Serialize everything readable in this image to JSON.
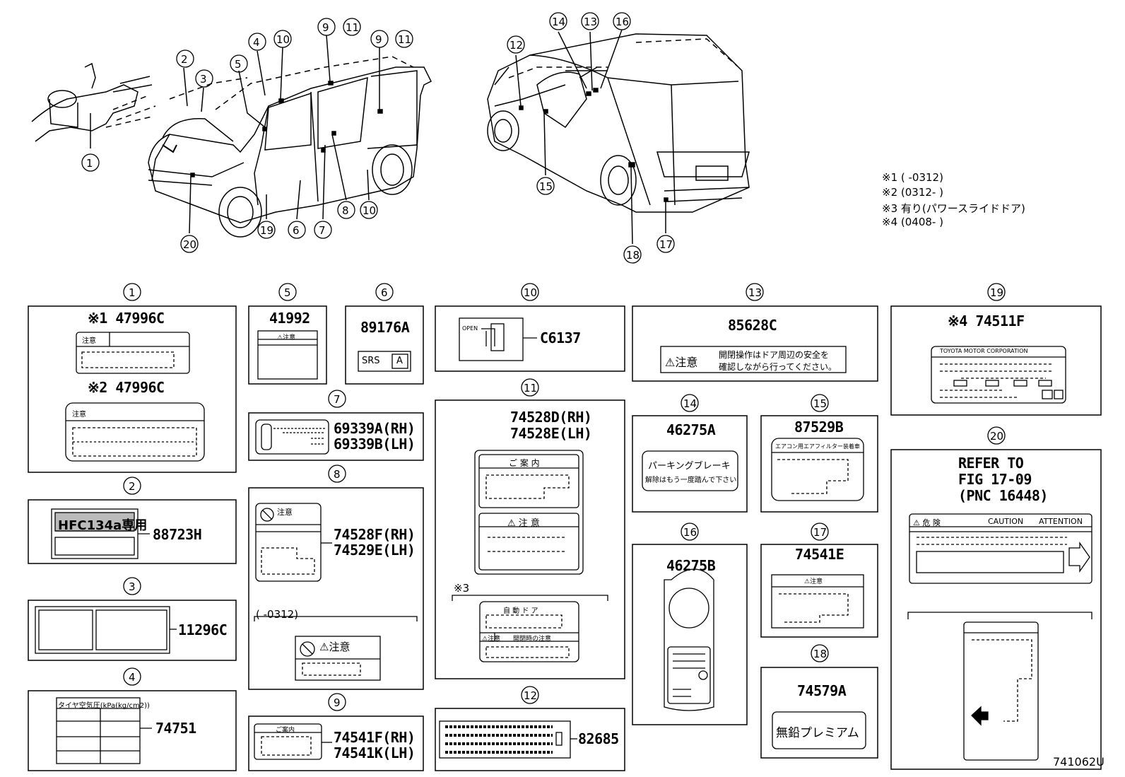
{
  "notes": [
    "※1 (       -0312)",
    "※2 (0312-       )",
    "※3 有り(パワースライドドア)",
    "※4 (0408-       )"
  ],
  "diagram_id": "741062U",
  "panels": {
    "p1": {
      "num": "1",
      "parts": [
        "※1 47996C",
        "※2 47996C"
      ],
      "texts": [
        "注意",
        "注意"
      ]
    },
    "p2": {
      "num": "2",
      "parts": [
        "88723H"
      ],
      "texts": [
        "HFC134a専用"
      ]
    },
    "p3": {
      "num": "3",
      "parts": [
        "11296C"
      ]
    },
    "p4": {
      "num": "4",
      "parts": [
        "74751"
      ],
      "texts": [
        "タイヤ空気圧(kPa(kg/cm2))"
      ]
    },
    "p5": {
      "num": "5",
      "parts": [
        "41992"
      ],
      "texts": [
        "⚠注意"
      ]
    },
    "p6": {
      "num": "6",
      "parts": [
        "89176A"
      ],
      "texts": [
        "SRS",
        "A"
      ]
    },
    "p7": {
      "num": "7",
      "parts": [
        "69339A(RH)",
        "69339B(LH)"
      ]
    },
    "p8": {
      "num": "8",
      "parts": [
        "74528F(RH)",
        "74529E(LH)"
      ],
      "texts": [
        "注意",
        "(       -0312)",
        "⚠注意"
      ]
    },
    "p9": {
      "num": "9",
      "parts": [
        "74541F(RH)",
        "74541K(LH)"
      ],
      "texts": [
        "ご案内"
      ]
    },
    "p10": {
      "num": "10",
      "parts": [
        "C6137"
      ],
      "texts": [
        "OPEN"
      ]
    },
    "p11": {
      "num": "11",
      "parts": [
        "74528D(RH)",
        "74528E(LH)"
      ],
      "texts": [
        "ご 案 内",
        "⚠ 注 意",
        "※3",
        "自 動 ド ア",
        "⚠注意",
        "開閉時の注意"
      ]
    },
    "p12": {
      "num": "12",
      "parts": [
        "82685"
      ]
    },
    "p13": {
      "num": "13",
      "parts": [
        "85628C"
      ],
      "texts": [
        "⚠注意",
        "開閉操作はドア周辺の安全を",
        "確認しながら行ってください。"
      ]
    },
    "p14": {
      "num": "14",
      "parts": [
        "46275A"
      ],
      "texts": [
        "パーキングブレーキ",
        "解除はもう一度踏んで下さい"
      ]
    },
    "p15": {
      "num": "15",
      "parts": [
        "87529B"
      ],
      "texts": [
        "エアコン用エアフィルター装着車"
      ]
    },
    "p16": {
      "num": "16",
      "parts": [
        "46275B"
      ]
    },
    "p17": {
      "num": "17",
      "parts": [
        "74541E"
      ],
      "texts": [
        "⚠注意"
      ]
    },
    "p18": {
      "num": "18",
      "parts": [
        "74579A"
      ],
      "texts": [
        "無鉛プレミアム"
      ]
    },
    "p19": {
      "num": "19",
      "parts": [
        "※4 74511F"
      ],
      "texts": [
        "TOYOTA MOTOR CORPORATION"
      ]
    },
    "p20": {
      "num": "20",
      "parts": [
        "REFER TO",
        "FIG 17-09",
        "(PNC 16448)"
      ],
      "texts": [
        "⚠ 危  険",
        "CAUTION",
        "ATTENTION"
      ]
    }
  },
  "callouts": {
    "front": [
      "1",
      "2",
      "3",
      "4",
      "5",
      "10",
      "9",
      "11",
      "9",
      "11",
      "19",
      "6",
      "7",
      "8",
      "10",
      "20"
    ],
    "rear": [
      "14",
      "13",
      "16",
      "12",
      "15",
      "18",
      "17"
    ]
  }
}
